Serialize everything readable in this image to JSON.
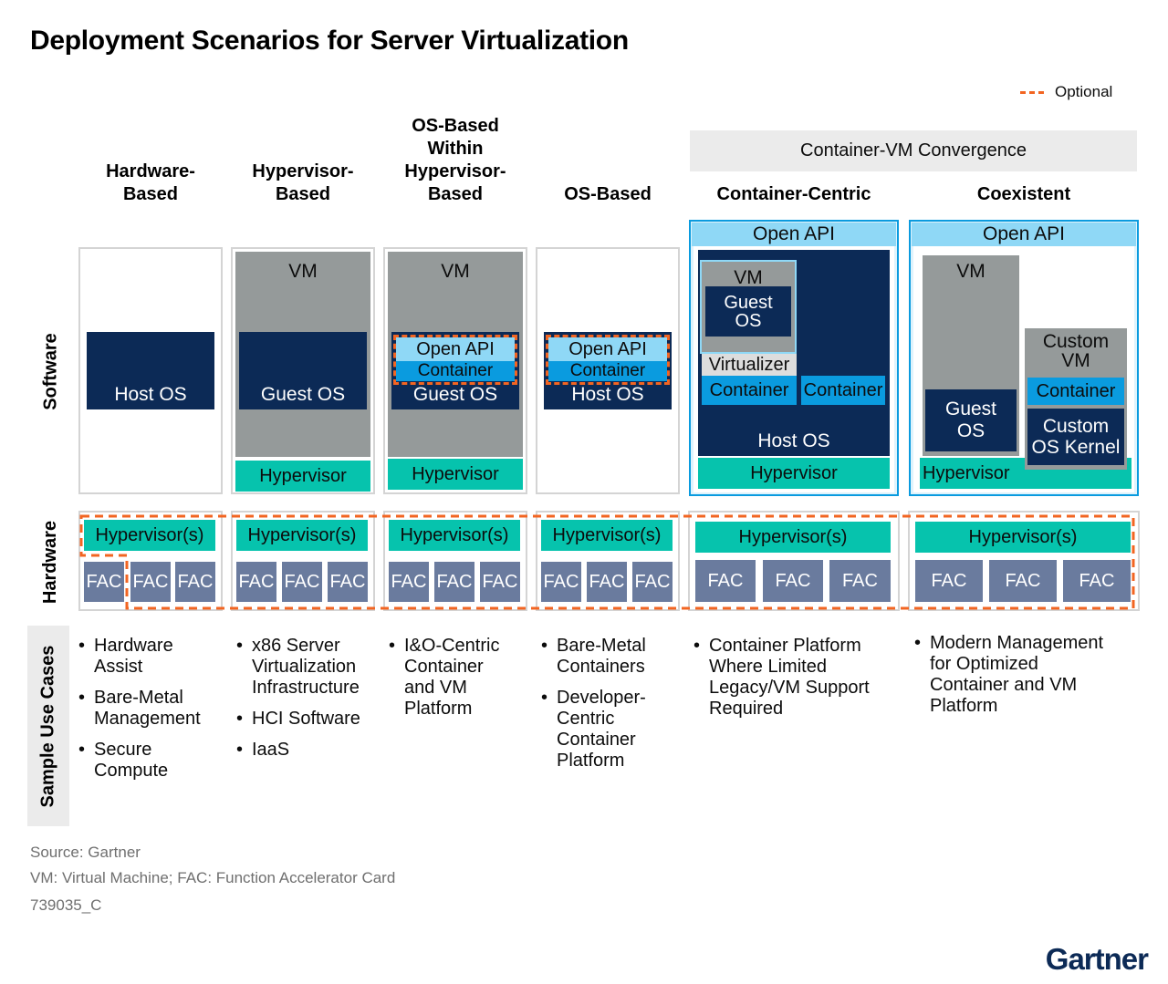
{
  "title": "Deployment Scenarios for Server Virtualization",
  "legend": {
    "optional": "Optional"
  },
  "group_header": "Container-VM Convergence",
  "columns": [
    {
      "name": "Hardware-\nBased"
    },
    {
      "name": "Hypervisor-\nBased"
    },
    {
      "name": "OS-Based\nWithin\nHypervisor-\nBased"
    },
    {
      "name": "OS-Based"
    },
    {
      "name": "Container-Centric"
    },
    {
      "name": "Coexistent"
    }
  ],
  "row_labels": {
    "software": "Software",
    "hardware": "Hardware",
    "use_cases": "Sample Use Cases"
  },
  "software": {
    "c1": {
      "host_os": "Host OS"
    },
    "c2": {
      "vm": "VM",
      "guest_os": "Guest OS",
      "hypervisor": "Hypervisor"
    },
    "c3": {
      "vm": "VM",
      "open_api": "Open API",
      "container": "Container",
      "guest_os": "Guest OS",
      "hypervisor": "Hypervisor"
    },
    "c4": {
      "open_api": "Open API",
      "container": "Container",
      "host_os": "Host OS"
    },
    "c5": {
      "open_api": "Open API",
      "vm": "VM",
      "guest_os": "Guest\nOS",
      "virtualizer": "Virtualizer",
      "container1": "Container",
      "container2": "Container",
      "host_os": "Host OS",
      "hypervisor": "Hypervisor"
    },
    "c6": {
      "open_api": "Open API",
      "vm": "VM",
      "guest_os": "Guest\nOS",
      "custom_vm": "Custom\nVM",
      "container": "Container",
      "custom_kernel": "Custom\nOS Kernel",
      "hypervisor": "Hypervisor"
    }
  },
  "hardware": {
    "hypervisors": "Hypervisor(s)",
    "fac": "FAC"
  },
  "use_cases": [
    [
      "Hardware\nAssist",
      "Bare-Metal\nManagement",
      "Secure\nCompute"
    ],
    [
      "x86 Server\nVirtualization\nInfrastructure",
      "HCI Software",
      "IaaS"
    ],
    [
      "I&O-Centric\nContainer\nand VM\nPlatform"
    ],
    [
      "Bare-Metal\nContainers",
      "Developer-\nCentric\nContainer\nPlatform"
    ],
    [
      "Container Platform\nWhere Limited\nLegacy/VM Support\nRequired"
    ],
    [
      "Modern Management\nfor Optimized\nContainer and VM\nPlatform"
    ]
  ],
  "footnotes": {
    "source": "Source: Gartner",
    "abbrev": "VM: Virtual Machine; FAC: Function Accelerator Card",
    "id": "739035_C"
  },
  "logo": "Gartner",
  "colors": {
    "navy": "#0c2a56",
    "gray": "#959a9a",
    "teal": "#06c3ad",
    "blue": "#0a9bdf",
    "light_blue": "#8fd8f6",
    "fac": "#6a7b9e",
    "optional_dash": "#f26522",
    "frame": "#d4d4d4"
  }
}
